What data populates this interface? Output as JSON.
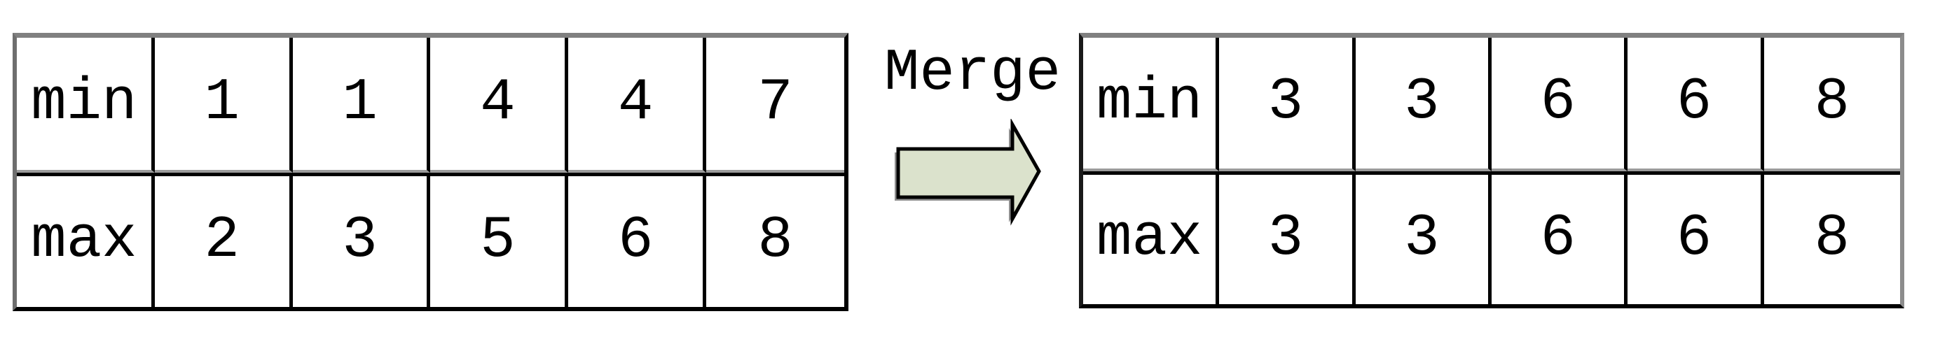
{
  "diagram": {
    "merge_label": "Merge",
    "left_table": {
      "rows": [
        {
          "label": "min",
          "values": [
            "1",
            "1",
            "4",
            "4",
            "7"
          ]
        },
        {
          "label": "max",
          "values": [
            "2",
            "3",
            "5",
            "6",
            "8"
          ]
        }
      ]
    },
    "right_table": {
      "rows": [
        {
          "label": "min",
          "values": [
            "3",
            "3",
            "6",
            "6",
            "8"
          ]
        },
        {
          "label": "max",
          "values": [
            "3",
            "3",
            "6",
            "6",
            "8"
          ]
        }
      ]
    },
    "arrow": {
      "direction": "right",
      "fill": "#dbe2cc",
      "shadow": "#8f8f8f",
      "outline": "#000000"
    },
    "colors": {
      "background": "#ffffff",
      "text": "#000000",
      "border_black": "#000000",
      "border_gray": "#808080"
    }
  }
}
